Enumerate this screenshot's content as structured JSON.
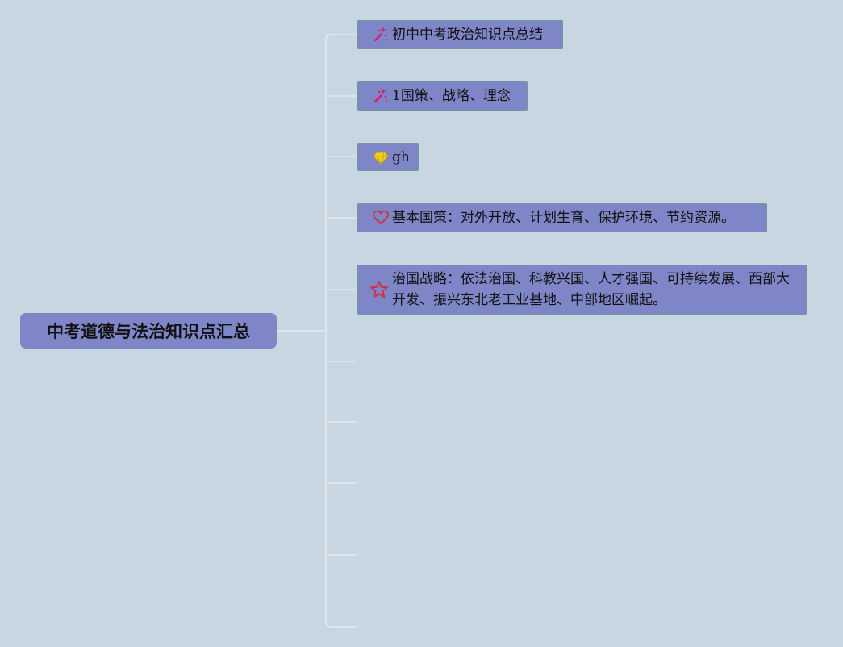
{
  "mindmap": {
    "root": {
      "label": "中考道德与法治知识点汇总"
    },
    "children": [
      {
        "label": "初中中考政治知识点总结",
        "icon": "magic-wand-icon"
      },
      {
        "label": "1国策、战略、理念",
        "icon": "magic-wand-icon"
      },
      {
        "label": "gh",
        "icon": "diamond-icon"
      },
      {
        "label": "基本国策：对外开放、计划生育、保护环境、节约资源。",
        "icon": "heart-icon"
      },
      {
        "label": "治国战略：依法治国、科教兴国、人才强国、可持续发展、西部大开发、振兴东北老工业基地、中部地区崛起。",
        "icon": "star-icon"
      }
    ],
    "empty_branch_count": 5
  },
  "colors": {
    "background": "#c8d6e2",
    "node_fill": "#7e86c8",
    "connector": "#dde5ec",
    "wand_icon": "#d6206a",
    "diamond_icon": "#f2d21c",
    "heart_icon": "#d0303a",
    "star_icon": "#d0303a"
  }
}
